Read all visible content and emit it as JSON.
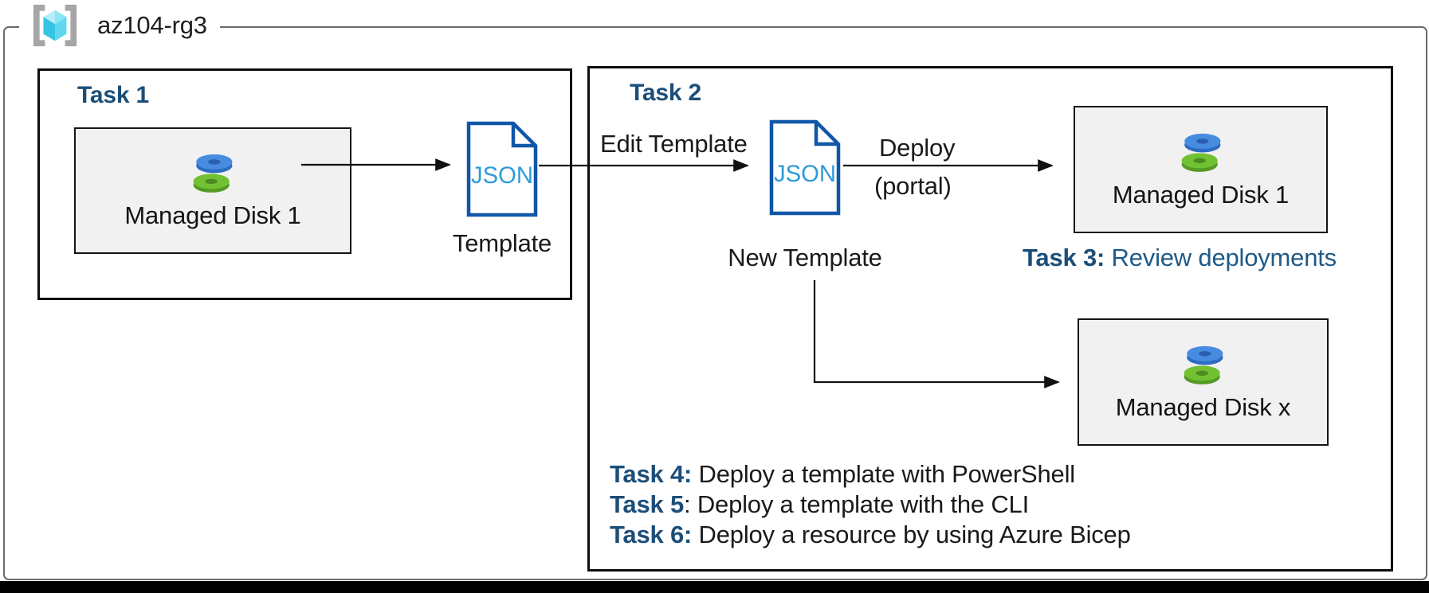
{
  "resource_group": {
    "name": "az104-rg3",
    "icon": "resource-group-icon"
  },
  "task1": {
    "title": "Task 1",
    "disk_box": {
      "label": "Managed Disk 1",
      "icon": "managed-disk-icon"
    },
    "template": {
      "icon_text": "JSON",
      "label": "Template"
    }
  },
  "task2": {
    "title": "Task 2",
    "edit_arrow_label": "Edit Template",
    "new_template": {
      "icon_text": "JSON",
      "label": "New Template"
    },
    "deploy_label_line1": "Deploy",
    "deploy_label_line2": "(portal)",
    "disk_box_top": {
      "label": "Managed Disk 1",
      "icon": "managed-disk-icon"
    },
    "disk_box_bottom": {
      "label": "Managed Disk x",
      "icon": "managed-disk-icon"
    },
    "task3": {
      "bold": "Task 3:",
      "rest": " Review deployments"
    },
    "tasks_list": [
      {
        "bold": "Task 4:",
        "rest": " Deploy a template with PowerShell"
      },
      {
        "bold": "Task 5",
        "rest": ": Deploy a template with the CLI"
      },
      {
        "bold": "Task 6:",
        "rest": " Deploy a resource by using Azure Bicep"
      }
    ]
  },
  "colors": {
    "heading_blue": "#1B4E79",
    "task3_text_blue": "#1E5A88",
    "json_border_blue": "#1057A8",
    "json_text_blue": "#2E9BD9",
    "box_fill_gray": "#F1F1F1",
    "outer_border_gray": "#6A6A6A",
    "disk_blue": "#478CE0",
    "disk_green": "#72C133",
    "cube_cyan_light": "#AEEAF6",
    "cube_cyan_dark": "#35C4E2",
    "bracket_gray": "#A6A6A6"
  }
}
